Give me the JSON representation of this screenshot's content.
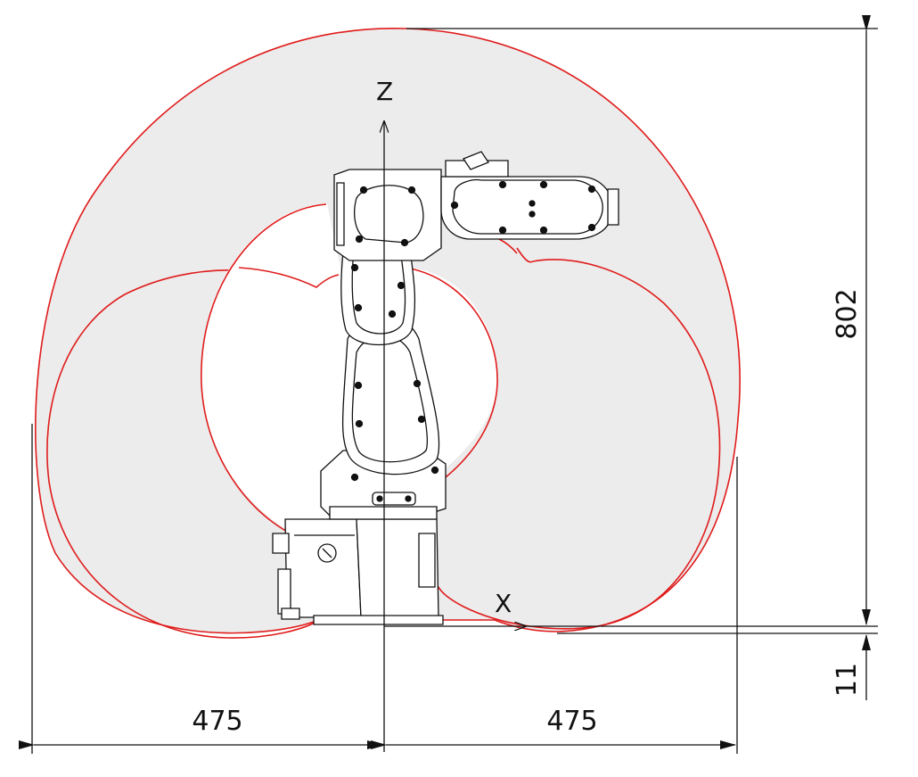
{
  "labels": {
    "axis_z": "Z",
    "axis_x": "X",
    "dim_height": "802",
    "dim_offset": "11",
    "dim_left": "475",
    "dim_right": "475"
  },
  "colors": {
    "envelope_stroke": "#e01b1b",
    "envelope_fill": "#ececec",
    "line": "#111111"
  }
}
